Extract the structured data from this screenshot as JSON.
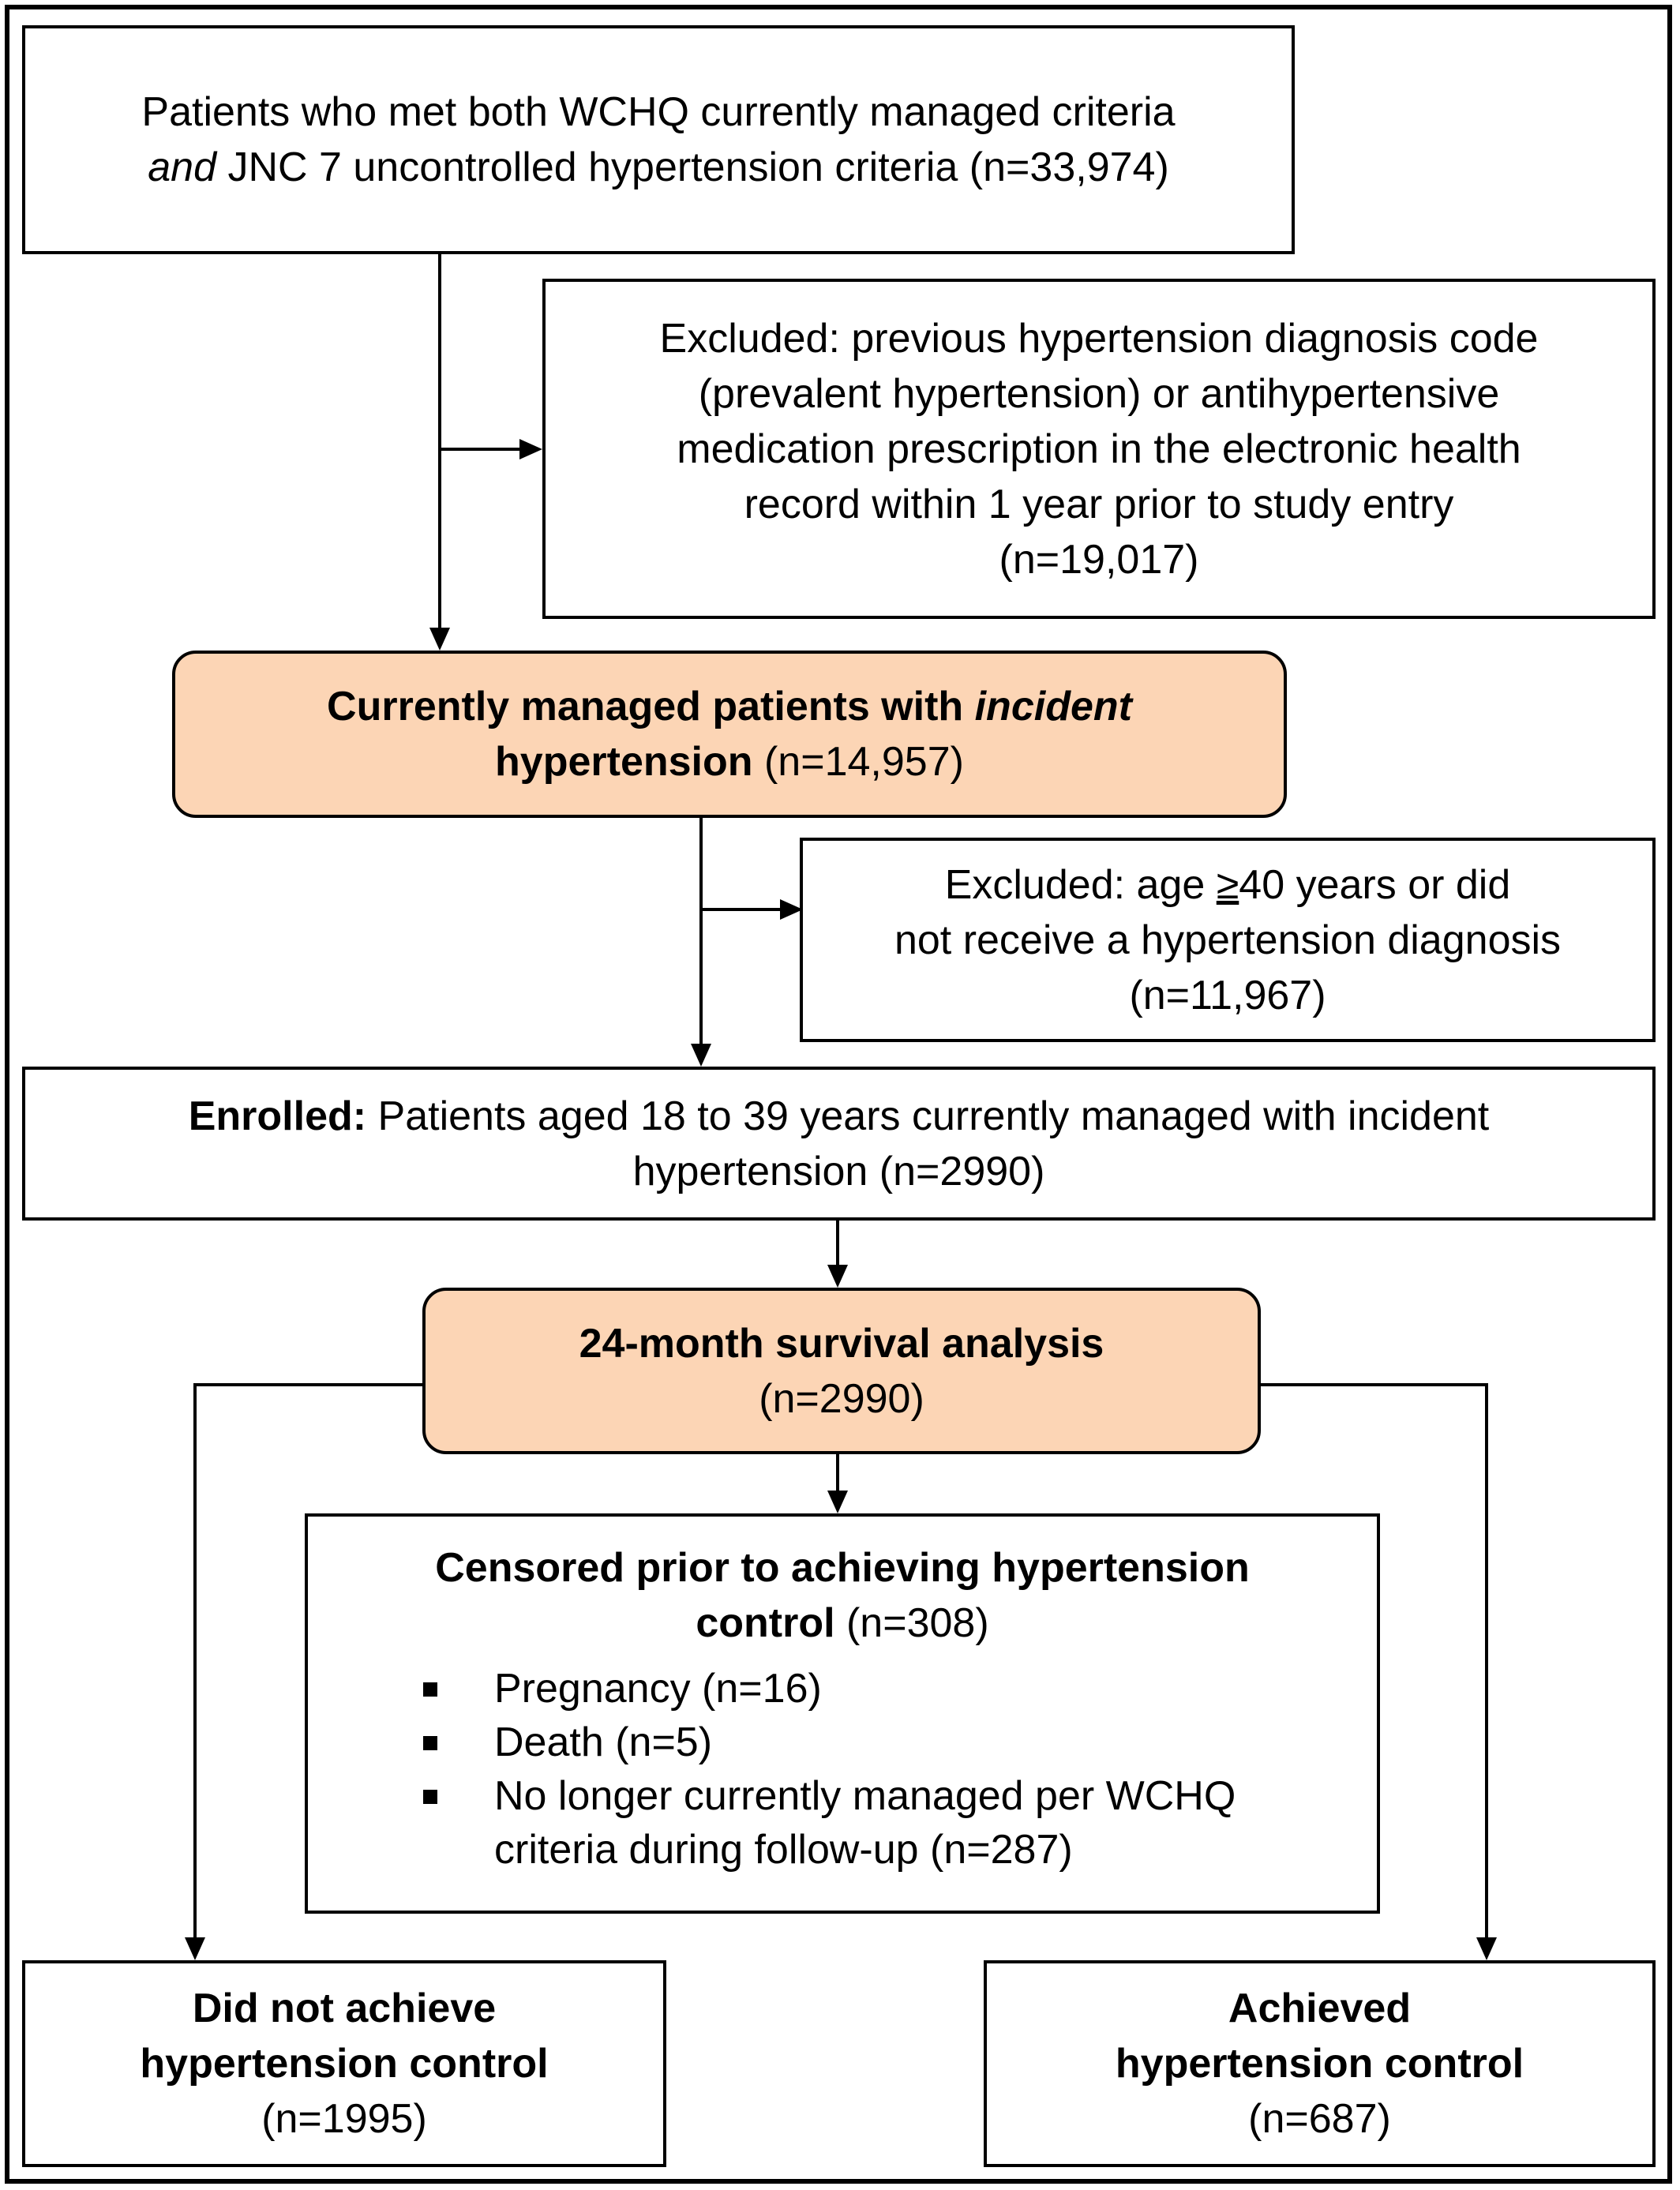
{
  "boxes": {
    "top": {
      "line1": "Patients who met both WCHQ currently managed criteria",
      "line2_italic": "and",
      "line2_rest": " JNC 7 uncontrolled hypertension criteria (n=33,974)"
    },
    "excluded1": {
      "lines": [
        "Excluded: previous hypertension diagnosis code",
        "(prevalent hypertension) or antihypertensive",
        "medication prescription in the electronic health",
        "record within 1 year prior to study entry",
        "(n=19,017)"
      ]
    },
    "incident": {
      "bold1": "Currently managed patients with ",
      "bold_italic": "incident",
      "bold2": "hypertension",
      "count": " (n=14,957)"
    },
    "excluded2": {
      "pre": "Excluded: age ",
      "ge": "≥",
      "post": "40 years or did",
      "line2": "not receive a hypertension diagnosis",
      "line3": "(n=11,967)"
    },
    "enrolled": {
      "bold": "Enrolled:",
      "rest": " Patients aged 18 to 39 years currently managed with incident",
      "line2": "hypertension (n=2990)"
    },
    "survival": {
      "title": "24-month survival analysis",
      "count": "(n=2990)"
    },
    "censored": {
      "title_bold1": "Censored prior to achieving hypertension",
      "title_bold2": "control",
      "title_count": " (n=308)",
      "items": [
        "Pregnancy (n=16)",
        "Death (n=5)",
        "No longer currently managed per WCHQ",
        "criteria during follow-up (n=287)"
      ]
    },
    "not_achieved": {
      "line1": "Did not achieve",
      "line2": "hypertension control",
      "count": "(n=1995)"
    },
    "achieved": {
      "line1": "Achieved",
      "line2": "hypertension control",
      "count": "(n=687)"
    }
  }
}
